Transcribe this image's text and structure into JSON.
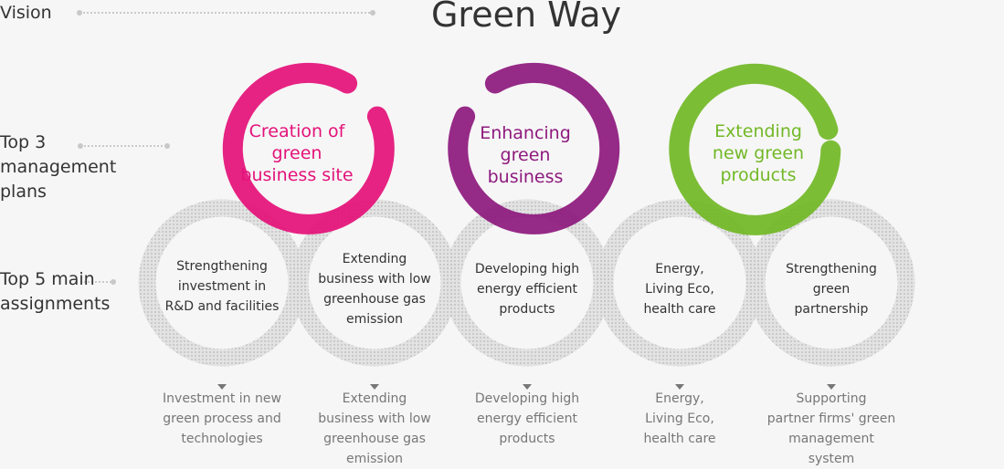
{
  "row_labels": {
    "vision": "Vision",
    "plans": "Top 3\nmanagement\nplans",
    "assignments": "Top 5 main\nassignments"
  },
  "title": "Green Way",
  "colors": {
    "plan1": "#e4127a",
    "plan2": "#8e1a7e",
    "plan3": "#72b827",
    "gray_ring": "#d6d6d6",
    "text_dark": "#333333",
    "text_muted": "#777777"
  },
  "plans": [
    {
      "label": "Creation of\ngreen\nbusiness site"
    },
    {
      "label": "Enhancing\ngreen\nbusiness"
    },
    {
      "label": "Extending\nnew green\nproducts"
    }
  ],
  "assignments": [
    {
      "label": "Strengthening\ninvestment in\nR&D and facilities"
    },
    {
      "label": "Extending\nbusiness with low\ngreenhouse gas\nemission"
    },
    {
      "label": "Developing high\nenergy efficient\nproducts"
    },
    {
      "label": "Energy,\nLiving Eco,\nhealth care"
    },
    {
      "label": "Strengthening\ngreen\npartnership"
    }
  ],
  "details": [
    {
      "label": "Investment in new\ngreen process and\ntechnologies"
    },
    {
      "label": "Extending\nbusiness with low\ngreenhouse gas\nemission"
    },
    {
      "label": "Developing high\nenergy efficient\nproducts"
    },
    {
      "label": "Energy,\nLiving Eco,\nhealth care"
    },
    {
      "label": "Supporting\npartner firms' green\nmanagement\nsystem"
    }
  ],
  "arrow_icon": "triangle-down-icon"
}
